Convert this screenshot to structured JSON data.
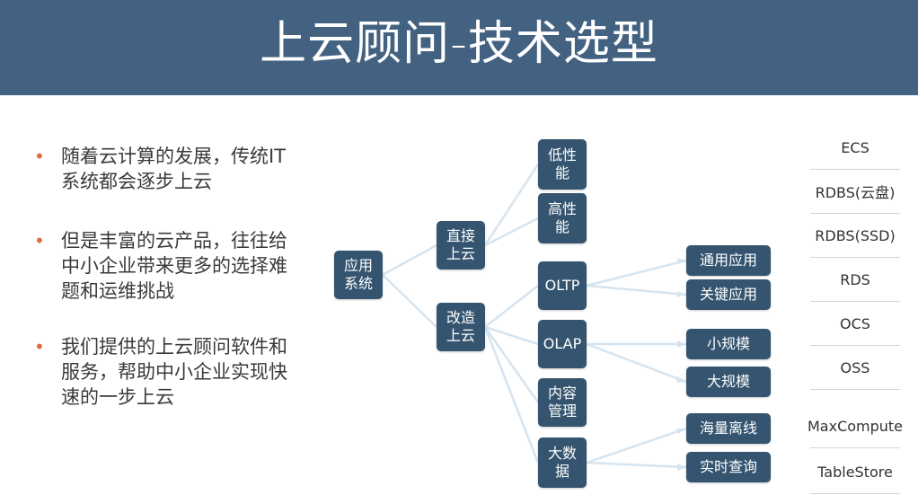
{
  "header": {
    "title": "上云顾问-技术选型",
    "bg_color": "#436281"
  },
  "bullets": [
    "随着云计算的发展，传统IT系统都会逐步上云",
    "但是丰富的云产品，往往给中小企业带来更多的选择难题和运维挑战",
    "我们提供的上云顾问软件和服务，帮助中小企业实现快速的一步上云"
  ],
  "diagram": {
    "root": "应用系统",
    "direct": "直接上云",
    "reform": "改造上云",
    "low_perf": "低性能",
    "high_perf": "高性能",
    "oltp": "OLTP",
    "olap": "OLAP",
    "content": "内容管理",
    "bigdata": "大数据",
    "general_app": "通用应用",
    "key_app": "关键应用",
    "small_scale": "小规模",
    "large_scale": "大规模",
    "offline": "海量离线",
    "realtime": "实时查询",
    "node_color": "#34546f",
    "line_color": "#d6e4f0"
  },
  "products": [
    "ECS",
    "RDBS(云盘)",
    "RDBS(SSD)",
    "RDS",
    "OCS",
    "OSS",
    "MaxCompute",
    "TableStore"
  ]
}
